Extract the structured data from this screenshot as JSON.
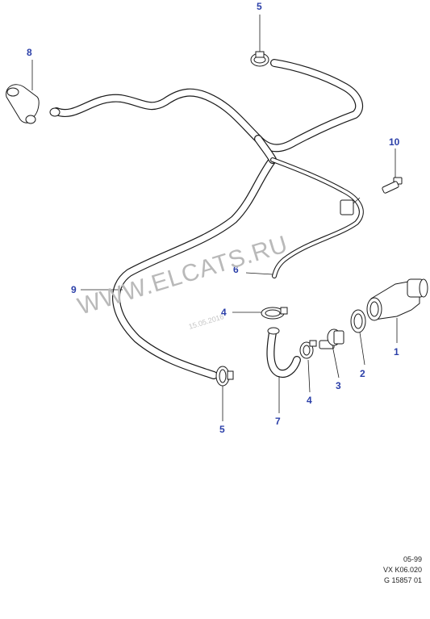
{
  "callouts": {
    "c1": "1",
    "c2": "2",
    "c3": "3",
    "c4a": "4",
    "c4b": "4",
    "c5a": "5",
    "c5b": "5",
    "c6": "6",
    "c7": "7",
    "c8": "8",
    "c9": "9",
    "c10": "10"
  },
  "watermark": {
    "text": "WWW.ELCATS.RU",
    "date": "15.05.2016"
  },
  "footer": {
    "line1": "05-99",
    "line2": "VX K06.020",
    "line3": "G 15857 01"
  },
  "colors": {
    "callout": "#2b3fa8",
    "line": "#1a1a1a",
    "watermark": "#b9b9b9"
  }
}
